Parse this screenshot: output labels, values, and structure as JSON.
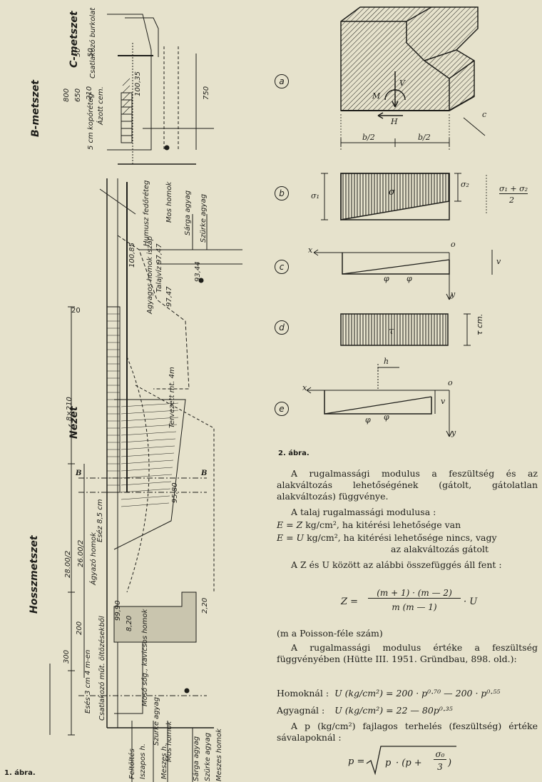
{
  "figure1": {
    "caption": "1. ábra.",
    "view_titles": {
      "long_section": "Hosszmetszet",
      "elevation": "Nézet",
      "section_b": "B-metszet",
      "section_c": "C-metszet"
    },
    "dims": [
      "800",
      "650",
      "50",
      "50",
      "210",
      "750",
      "8×210",
      "300",
      "200",
      "28.00/2",
      "26.00/2"
    ],
    "labels": [
      "Csatlakozó burkolat",
      "5 cm kopóréteg",
      "Ázott cem.",
      "Ágyazó homok",
      "Eséz 8,5 cm",
      "Humusz fedőréteg",
      "Sárga agyag",
      "Szürke agyag",
      "Mos homok",
      "Tervezett mt. 4m",
      "Esés 3 cm 4 m-en",
      "Csatlakozó műt. öltözésekből",
      "Mosó sóg., kavicsos homok",
      "Szürke agyag",
      "Mos homok",
      "Sárga agyag",
      "Szürke agyag",
      "Meszes homok",
      "Talajvíz 97,47",
      "Feltöltés",
      "Iszapos h.",
      "Meszes h.",
      "Agyagos homok iszap"
    ],
    "levels": [
      "100,85",
      "100,35",
      "99,90",
      "97,47",
      "95,80",
      "93,44",
      "8,20",
      "2,20"
    ],
    "section_mark": "B"
  },
  "figure2": {
    "caption": "2. ábra.",
    "panel_labels": [
      "a",
      "b",
      "c",
      "d",
      "e"
    ],
    "dims": {
      "half_left": "b/2",
      "half_right": "b/2",
      "c": "c",
      "h": "h",
      "v": "v"
    },
    "symbols": {
      "M": "M",
      "V": "V",
      "H": "H",
      "sigma": "σ",
      "sigma1": "σ₁",
      "sigma2": "σ₂",
      "sigma_avg_num": "σ₁ + σ₂",
      "sigma_avg_den": "2",
      "tau": "τ",
      "tau_cm": "τ cm.",
      "phi": "φ",
      "x": "x",
      "y": "y",
      "o": "o"
    }
  },
  "text": {
    "p1": "A rugalmassági modulus a feszültség és az alakváltozás lehetőségének (gátolt, gátolatlan alakváltozás) függvénye.",
    "p2": "A talaj rugalmassági modulusa :",
    "eq1_lhs": "E = Z",
    "eq1_rhs": "kg/cm², ha kitérési lehetősége van",
    "eq2_lhs": "E = U",
    "eq2_rhs": "kg/cm², ha kitérési lehetősége nincs, vagy",
    "eq2_cont": "az alakváltozás gátolt",
    "p3": "A Z és U között az alábbi összefüggés áll fent :",
    "z_lhs": "Z =",
    "z_num": "(m + 1) · (m — 2)",
    "z_den": "m (m — 1)",
    "z_tail": "· U",
    "p4": "(m a Poisson-féle szám)",
    "p5": "A rugalmassági modulus értéke a feszültség függvényében (Hütte III. 1951. Gründbau, 898. old.):",
    "sand_label": "Homoknál :",
    "sand_eq": "U (kg/cm²) = 200 · p⁰·⁷⁰ — 200 · p⁰·⁵⁵",
    "clay_label": "Agyagnál :",
    "clay_eq": "U (kg/cm²) = 22 — 80p⁰·³⁵",
    "p6": "A p (kg/cm²) fajlagos terhelés (feszültség) értéke sávalapoknál :",
    "p_lhs": "p =",
    "p_rad_a": "p",
    "p_rad_b": "· (p +",
    "p_frac_num": "σ₀",
    "p_frac_den": "3",
    "p_close": ")"
  }
}
